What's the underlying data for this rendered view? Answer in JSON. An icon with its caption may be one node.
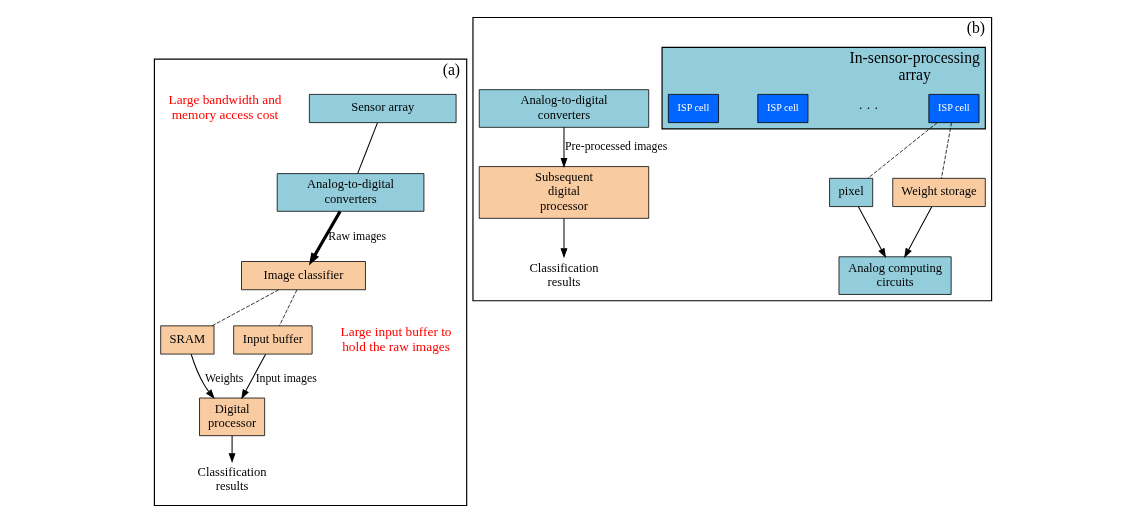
{
  "diagram": {
    "nodes": [
      {
        "text": [
          "(a)"
        ]
      },
      {
        "text": [
          "Sensor array"
        ],
        "in": 0
      },
      {
        "text": [
          "Analog-to-digital converters"
        ],
        "in": 0
      },
      {
        "text": [
          "Image classifier"
        ],
        "in": 0
      },
      {
        "text": [
          "SRAM"
        ],
        "in": 0
      },
      {
        "text": [
          "Digital processor"
        ],
        "in": 0
      },
      {
        "text": [
          "Input buffer"
        ],
        "in": 0
      },
      {
        "text": [
          "(b)"
        ]
      },
      {
        "text": [
          "In-sensor-processing array"
        ],
        "in": 7
      },
      {
        "text": [
          "ISP cell"
        ],
        "in": 8
      },
      {
        "text": [
          "ISP cell"
        ],
        "in": 8
      },
      {
        "text": [
          "ISP cell"
        ],
        "in": 8
      },
      {
        "text": [
          "Analog-to-digital converters"
        ],
        "in": 7
      },
      {
        "text": [
          "Subsequent digital processor"
        ],
        "in": 7
      },
      {
        "text": [
          "pixel"
        ],
        "in": 7
      },
      {
        "text": [
          "Analog computing circuits"
        ],
        "in": 7
      },
      {
        "text": [
          "Weight storage"
        ],
        "in": 7
      },
      {
        "text": [
          "Classification results"
        ],
        "in": 0
      },
      {
        "text": [
          "Classification results"
        ],
        "in": 7
      }
    ],
    "edges": [
      {
        "from": 1,
        "to": 2,
        "arrow": "none"
      },
      {
        "from": 2,
        "to": 3,
        "arrow": "to",
        "label": "Raw images",
        "style": "thick"
      },
      {
        "from": 3,
        "to": 4,
        "arrow": "none",
        "style": "dashed"
      },
      {
        "from": 3,
        "to": 6,
        "arrow": "none",
        "style": "dashed"
      },
      {
        "from": 4,
        "to": 5,
        "arrow": "to",
        "label": "Weights"
      },
      {
        "from": 6,
        "to": 5,
        "arrow": "to",
        "label": "Input images"
      },
      {
        "from": 5,
        "to": 17,
        "arrow": "to"
      },
      {
        "from": 12,
        "to": 13,
        "arrow": "to",
        "label": "Pre-processed images"
      },
      {
        "from": 13,
        "to": 18,
        "arrow": "to"
      },
      {
        "from": 14,
        "to": 15,
        "arrow": "to"
      },
      {
        "from": 16,
        "to": 15,
        "arrow": "to"
      },
      {
        "from": 11,
        "to": 14,
        "arrow": "none",
        "style": "dashed"
      },
      {
        "from": 11,
        "to": 16,
        "arrow": "none",
        "style": "dashed"
      }
    ],
    "labels": [
      "Large bandwidth and memory access cost",
      "Large input buffer to hold the raw images",
      "· · ·"
    ]
  }
}
